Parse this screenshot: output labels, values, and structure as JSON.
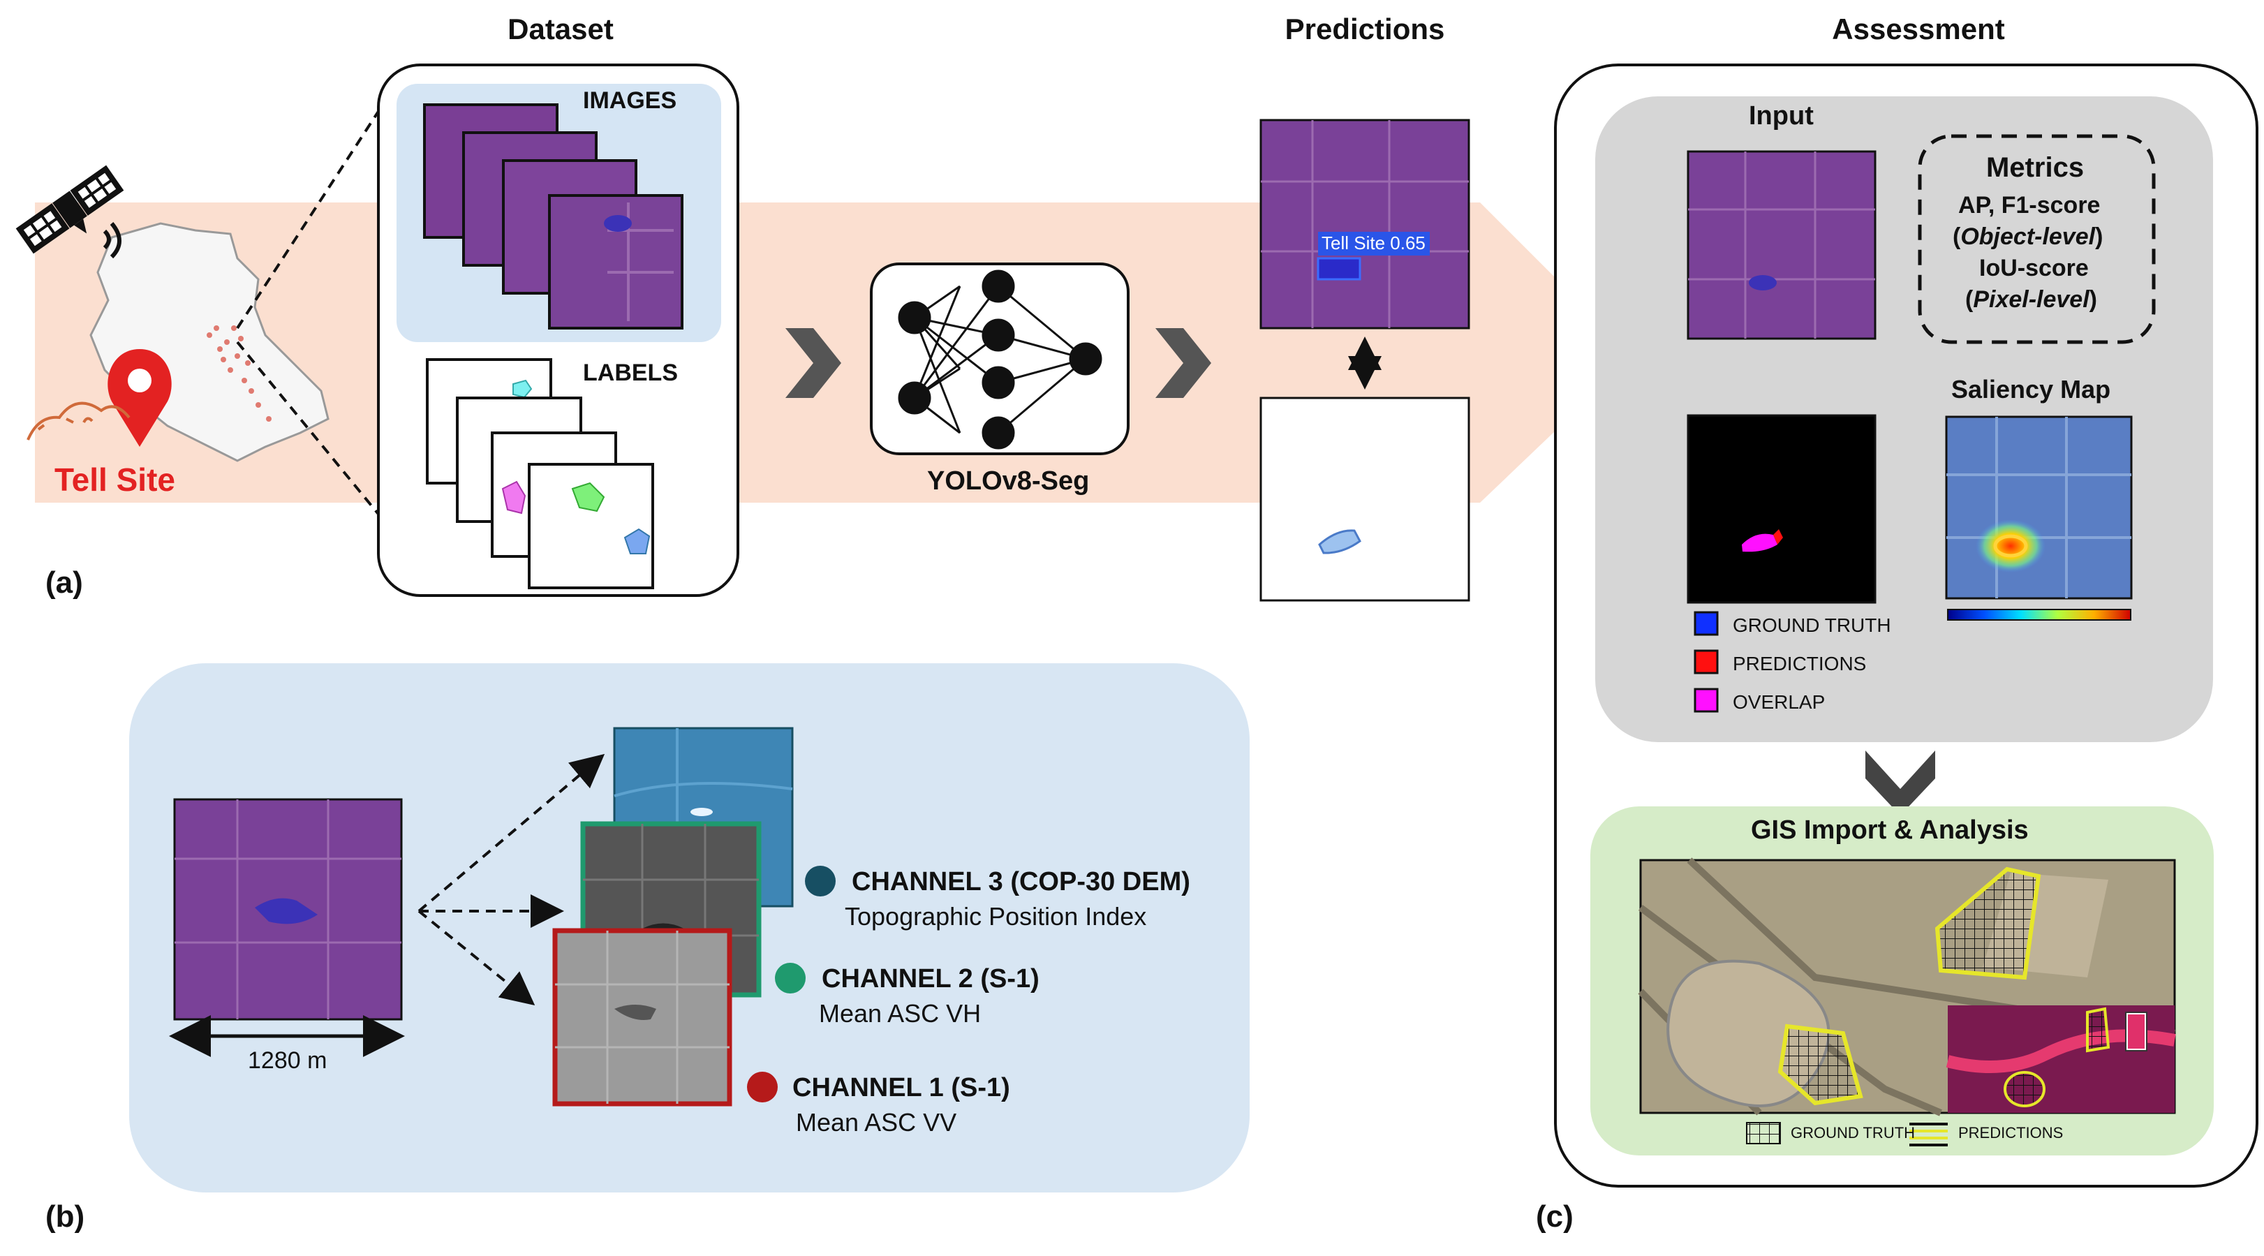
{
  "sections": {
    "dataset": "Dataset",
    "predictions": "Predictions",
    "assessment": "Assessment"
  },
  "panel_labels": {
    "a": "(a)",
    "b": "(b)",
    "c": "(c)"
  },
  "left": {
    "site_label": "Tell Site"
  },
  "dataset": {
    "images_label": "IMAGES",
    "labels_label": "LABELS"
  },
  "model": {
    "name": "YOLOv8-Seg"
  },
  "predictions": {
    "box_label": "Tell Site 0.65"
  },
  "assessment": {
    "input_label": "Input",
    "metrics_title": "Metrics",
    "metrics_line1": "AP, F1-score",
    "metrics_line2a": "(",
    "metrics_line2b": "Object-level",
    "metrics_line2c": ")",
    "metrics_line3": "IoU-score",
    "metrics_line4a": "(",
    "metrics_line4b": "Pixel-level",
    "metrics_line4c": ")",
    "saliency_label": "Saliency Map",
    "legend": [
      {
        "label": "GROUND TRUTH",
        "color": "#1030ff"
      },
      {
        "label": "PREDICTIONS",
        "color": "#ff1010"
      },
      {
        "label": "OVERLAP",
        "color": "#ff10ff"
      }
    ],
    "gis_title": "GIS Import & Analysis",
    "gis_legend_gt": "GROUND TRUTH",
    "gis_legend_pred": "PREDICTIONS"
  },
  "channels": {
    "scale_label": "1280 m",
    "ch3_title": "CHANNEL 3 (COP-30 DEM)",
    "ch3_sub": "Topographic Position Index",
    "ch2_title": "CHANNEL 2 (S-1)",
    "ch2_sub": "Mean ASC VH",
    "ch1_title": "CHANNEL 1 (S-1)",
    "ch1_sub": "Mean ASC VV",
    "ch3_color": "#174f63",
    "ch2_color": "#1f9a6e",
    "ch1_color": "#b51a1a"
  }
}
